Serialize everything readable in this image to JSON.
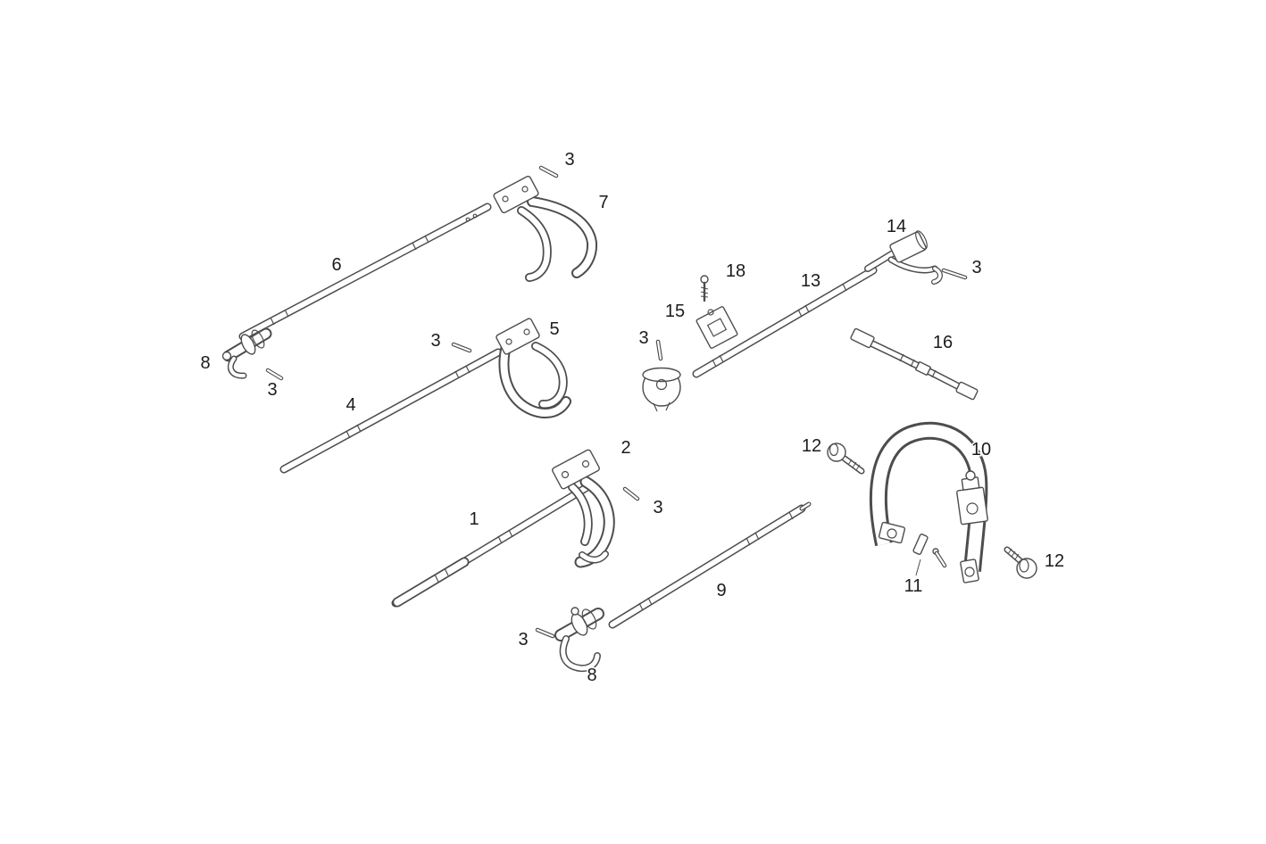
{
  "diagram": {
    "colors": {
      "background": "#ffffff",
      "line": "#4d4d4d",
      "label": "#1c1c1c"
    },
    "callouts": [
      "3",
      "7",
      "6",
      "14",
      "3",
      "13",
      "18",
      "15",
      "3",
      "5",
      "3",
      "8",
      "3",
      "4",
      "16",
      "2",
      "12",
      "10",
      "3",
      "1",
      "9",
      "12",
      "11",
      "8",
      "3"
    ],
    "part_numbers_shown": [
      "1",
      "2",
      "3",
      "4",
      "5",
      "6",
      "7",
      "8",
      "9",
      "10",
      "11",
      "12",
      "13",
      "14",
      "15",
      "16",
      "18"
    ]
  }
}
